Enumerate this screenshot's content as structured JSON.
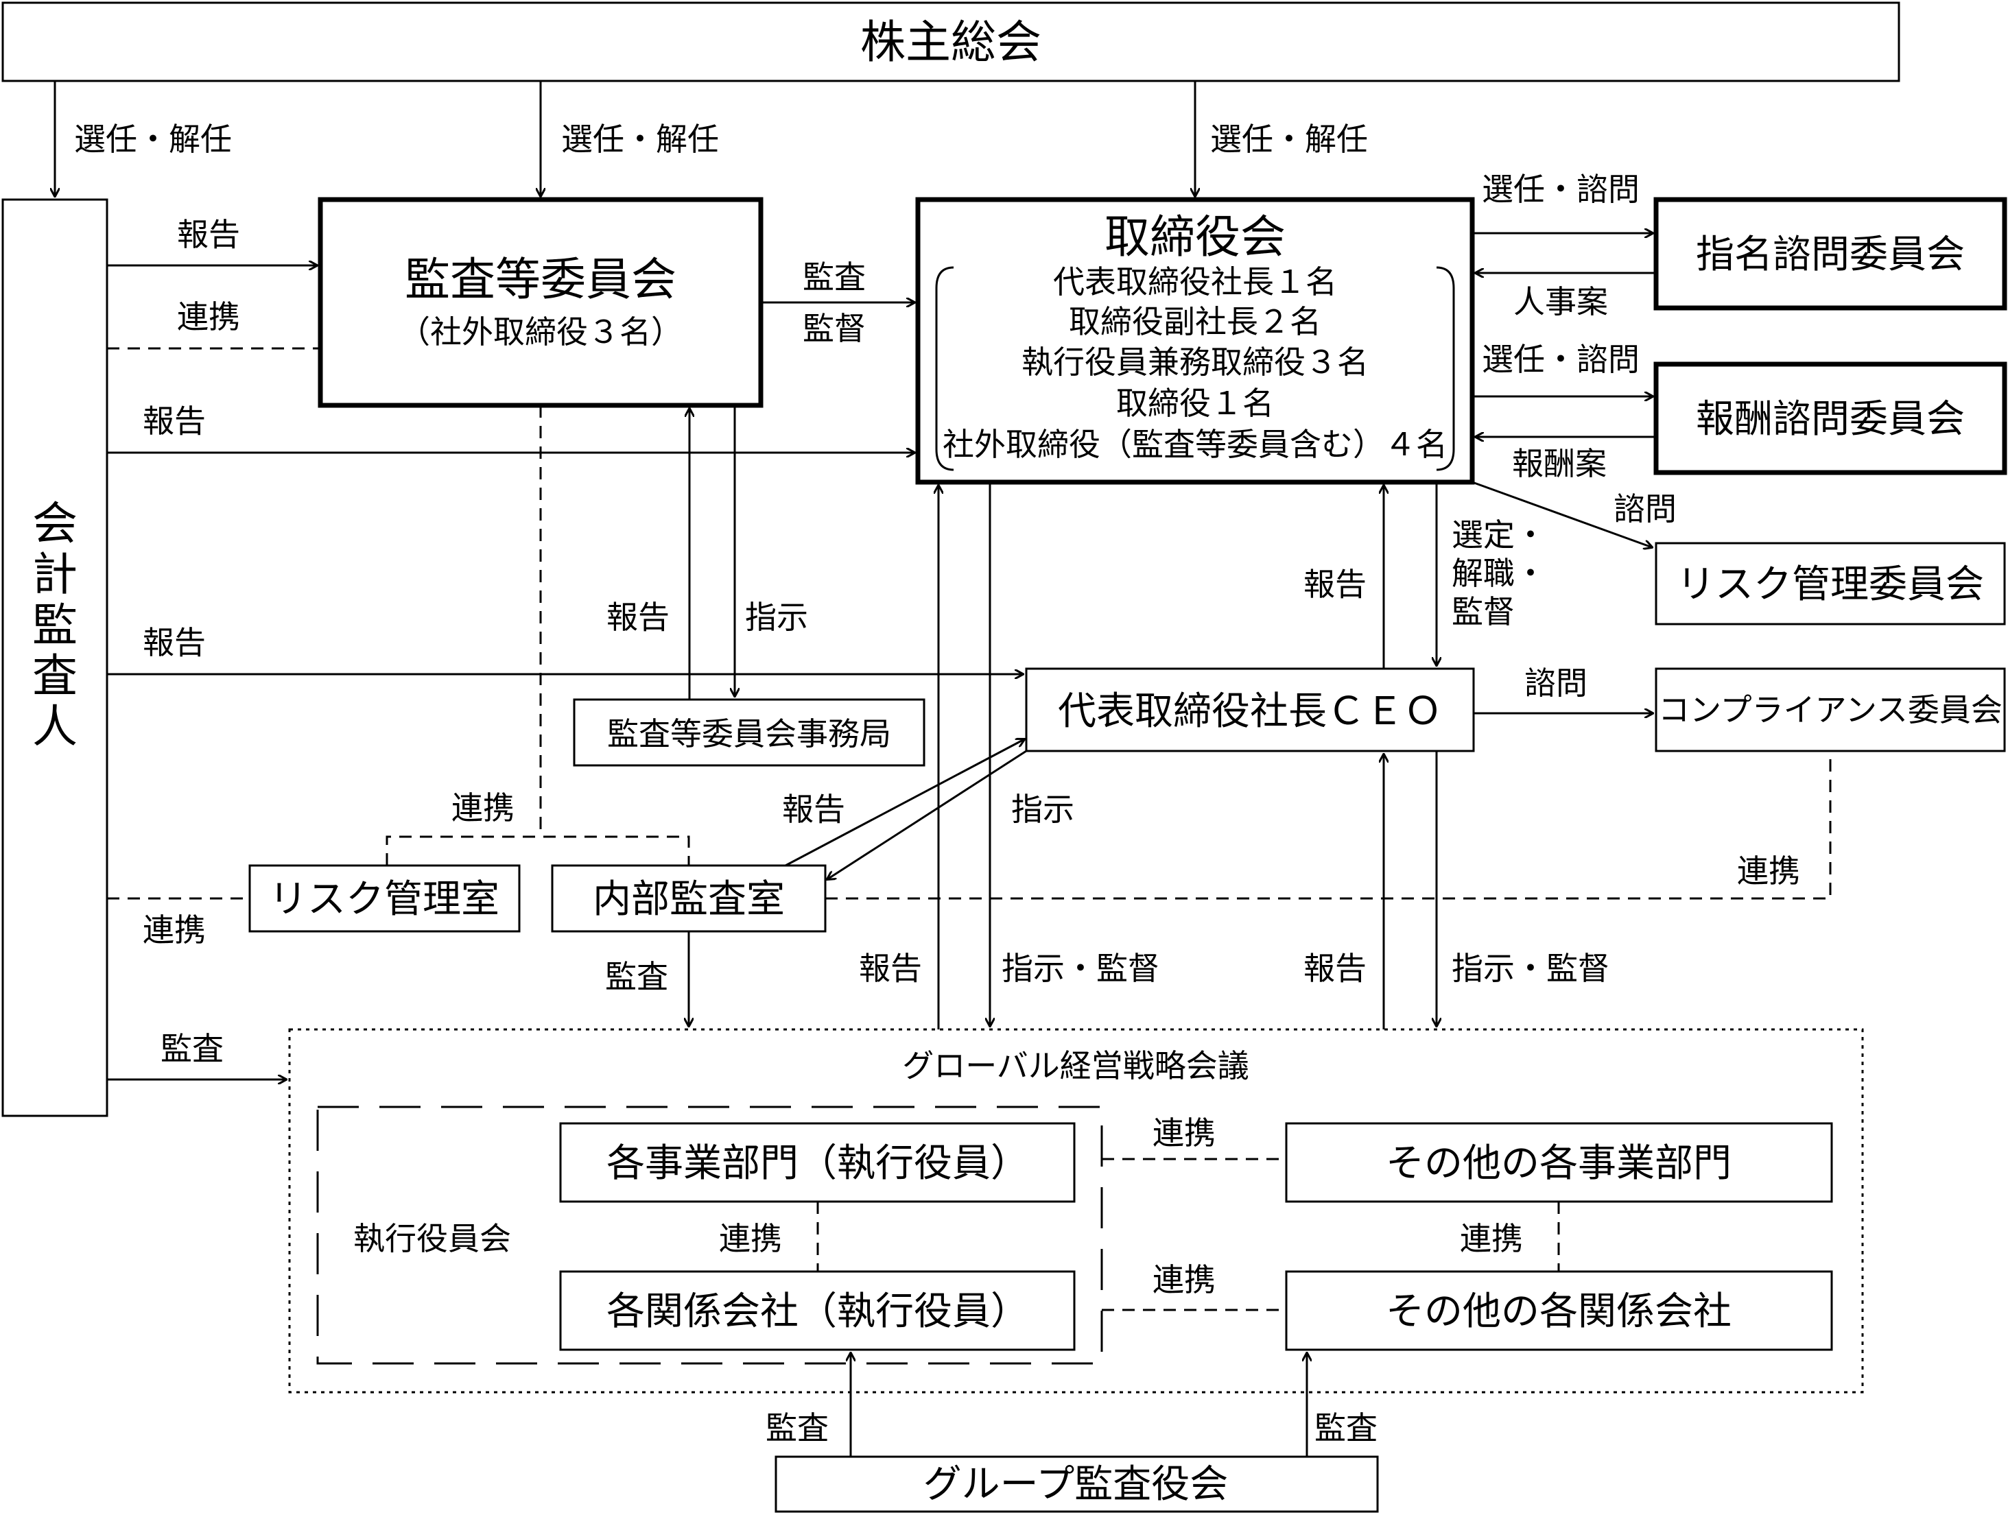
{
  "nodes": {
    "shareholders": "株主総会",
    "auditor": "会計監査人",
    "audit_committee": "監査等委員会",
    "audit_committee_sub": "（社外取締役３名）",
    "board": "取締役会",
    "board_members": [
      "代表取締役社長１名",
      "取締役副社長２名",
      "執行役員兼務取締役３名",
      "取締役１名",
      "社外取締役（監査等委員含む）４名"
    ],
    "nomination": "指名諮問委員会",
    "compensation": "報酬諮問委員会",
    "risk_committee": "リスク管理委員会",
    "audit_office": "監査等委員会事務局",
    "ceo": "代表取締役社長ＣＥＯ",
    "compliance": "コンプライアンス委員会",
    "risk_office": "リスク管理室",
    "internal_audit": "内部監査室",
    "global_meeting": "グローバル経営戦略会議",
    "exec_board": "執行役員会",
    "divisions": "各事業部門（執行役員）",
    "affiliates": "各関係会社（執行役員）",
    "other_divisions": "その他の各事業部門",
    "other_affiliates": "その他の各関係会社",
    "group_audit": "グループ監査役会"
  },
  "labels": {
    "elect_dismiss": "選任・解任",
    "report": "報告",
    "cooperation": "連携",
    "audit": "監査",
    "supervise": "監督",
    "elect_consult": "選任・諮問",
    "personnel": "人事案",
    "compensation_plan": "報酬案",
    "consult": "諮問",
    "select_dismiss_supervise": [
      "選定・",
      "解職・",
      "監督"
    ],
    "instruct": "指示",
    "instruct_supervise": "指示・監督"
  }
}
